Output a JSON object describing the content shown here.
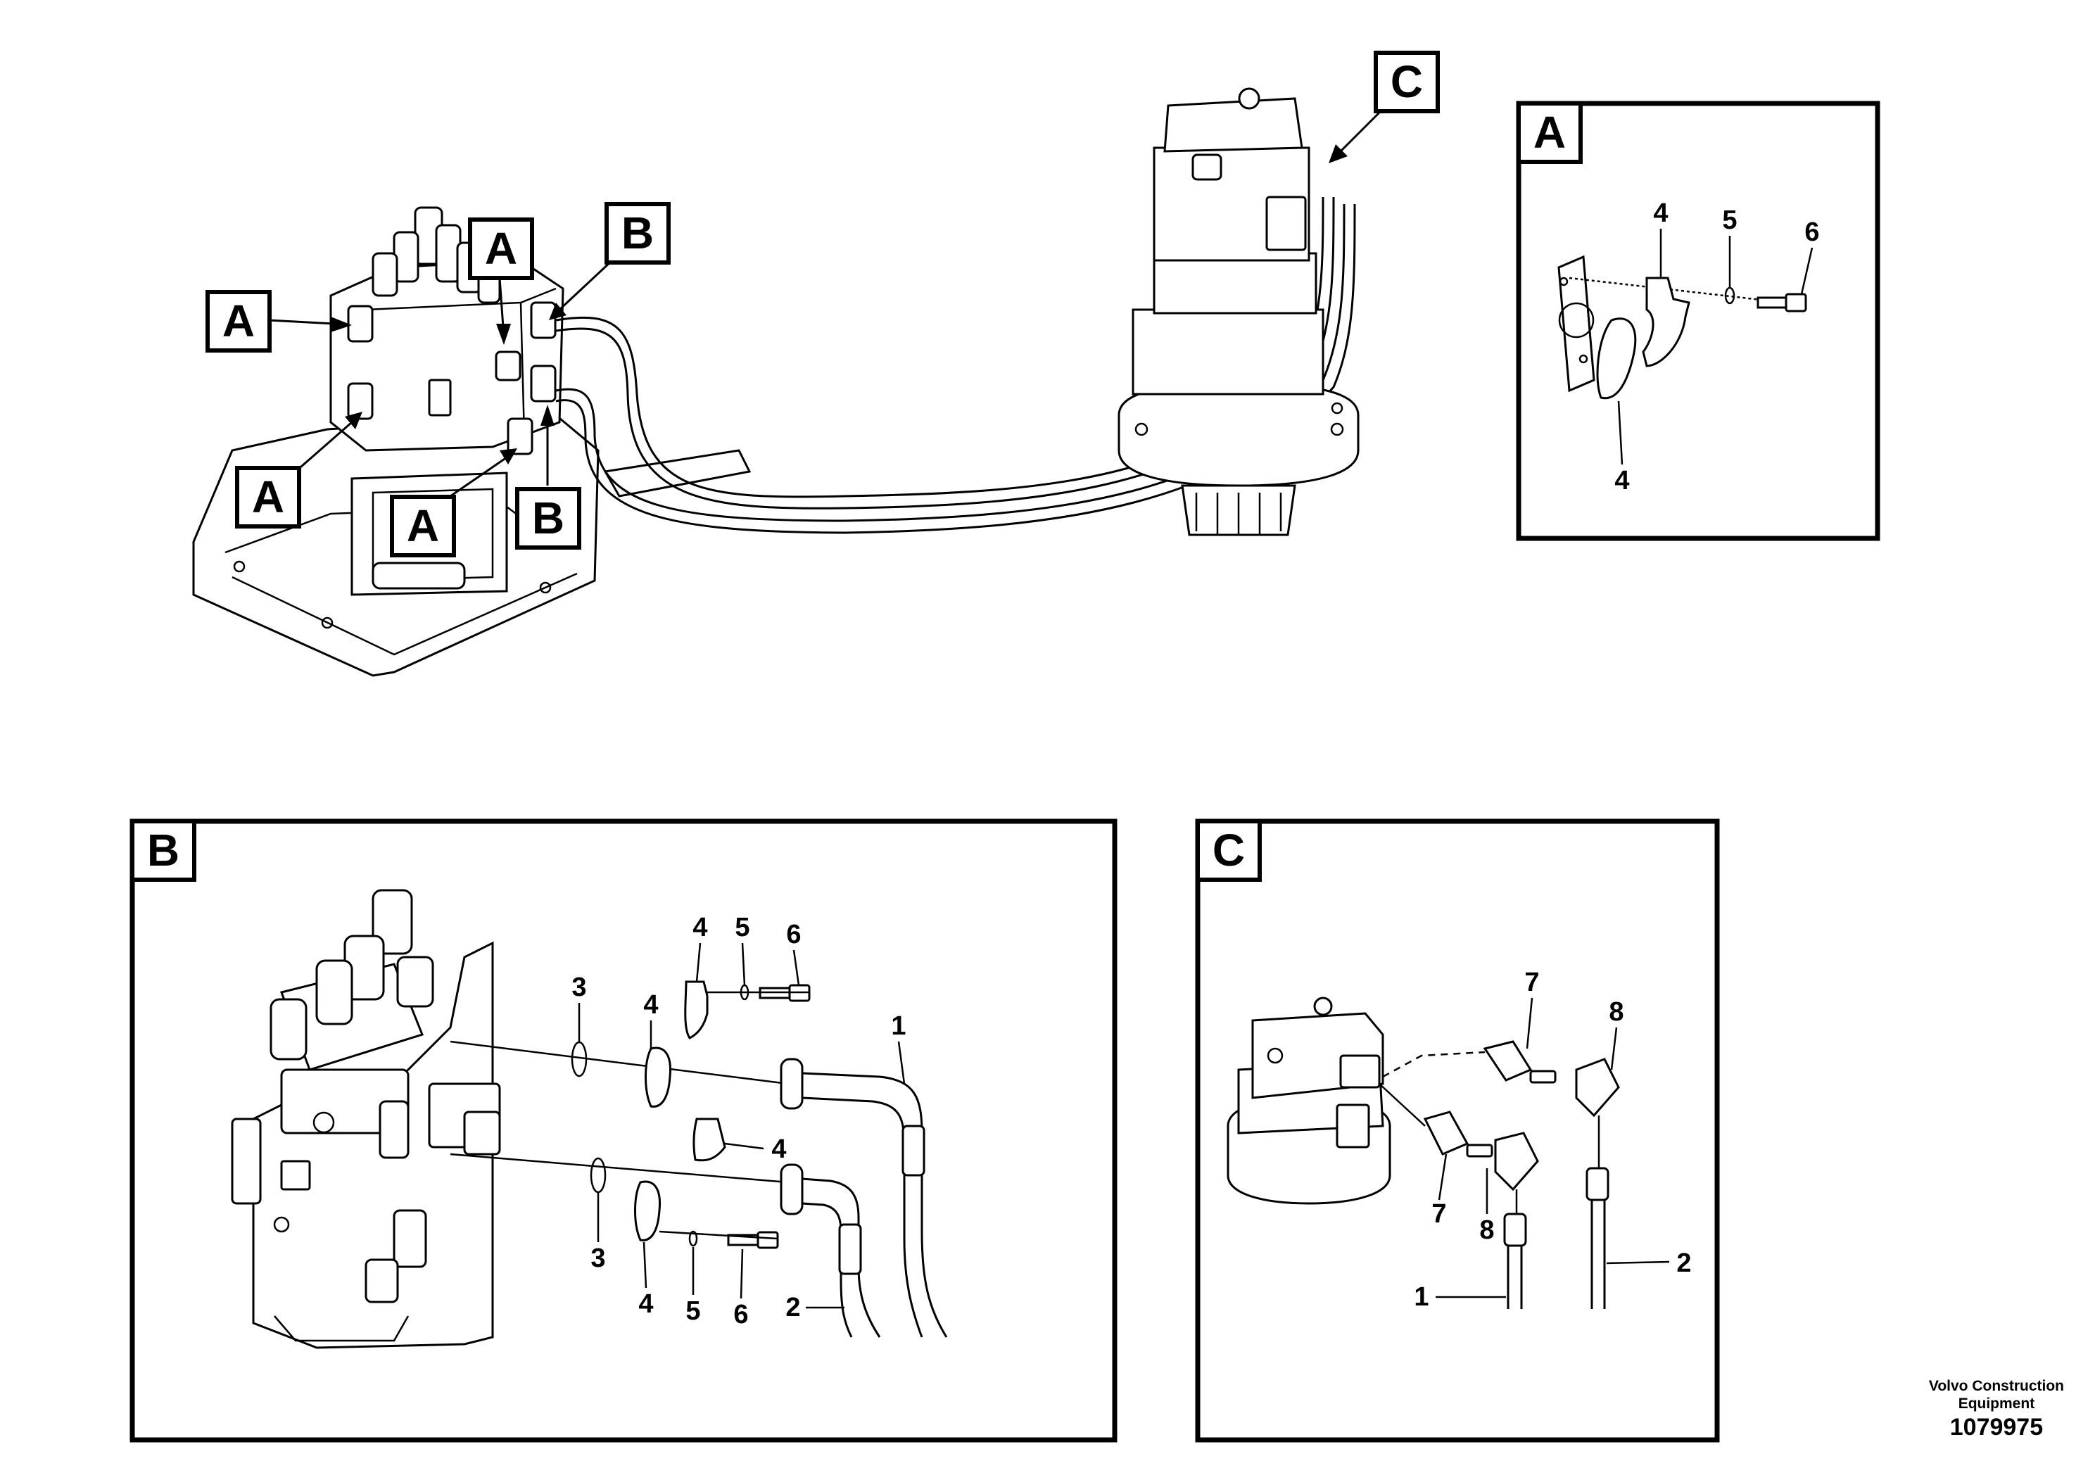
{
  "callouts": {
    "A": "A",
    "B": "B",
    "C": "C"
  },
  "detail_A": {
    "title": "A",
    "items": [
      "4",
      "5",
      "6",
      "4"
    ]
  },
  "detail_B": {
    "title": "B",
    "items": [
      "3",
      "4",
      "5",
      "6",
      "1",
      "4",
      "3",
      "4",
      "5",
      "6",
      "2"
    ]
  },
  "detail_C": {
    "title": "C",
    "items": [
      "7",
      "8",
      "7",
      "8",
      "1",
      "2"
    ]
  },
  "branding": {
    "line1": "Volvo Construction",
    "line2": "Equipment",
    "drawing_number": "1079975"
  }
}
